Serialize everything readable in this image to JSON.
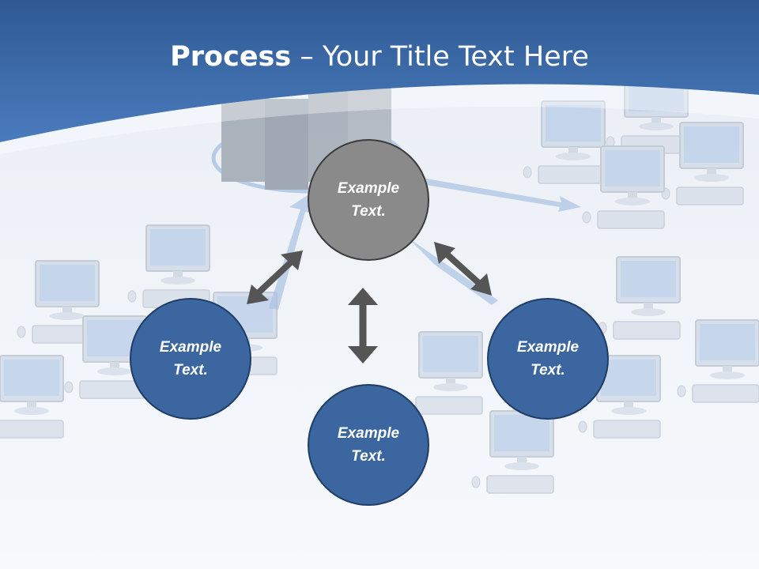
{
  "title": {
    "bold": "Process",
    "rest": " – Your Title Text Here"
  },
  "nodes": {
    "top": "Example\nText.",
    "left": "Example\nText.",
    "bottom": "Example\nText.",
    "right": "Example\nText."
  },
  "colors": {
    "header": "#3d6aa8",
    "node_blue": "#3b66a0",
    "node_gray": "#8a8a8a",
    "arrow": "#555555"
  }
}
